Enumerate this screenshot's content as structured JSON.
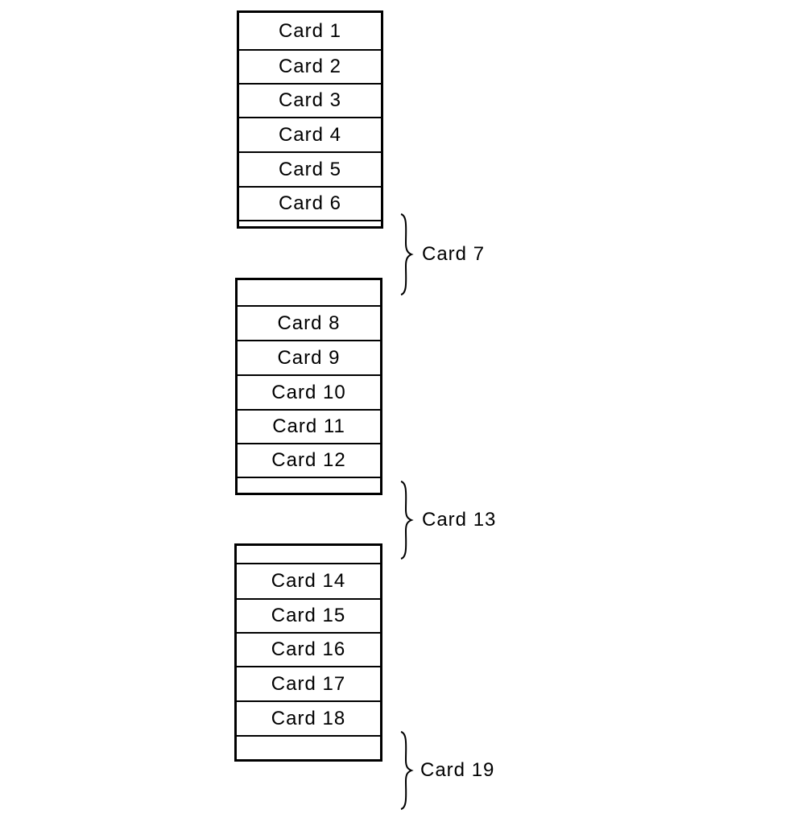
{
  "stack_a": {
    "cards": [
      "Card 1",
      "Card 2",
      "Card 3",
      "Card 4",
      "Card 5",
      "Card 6"
    ]
  },
  "brace_a": {
    "label": "Card 7"
  },
  "stack_b": {
    "cards": [
      "Card 8",
      "Card 9",
      "Card 10",
      "Card 11",
      "Card 12"
    ]
  },
  "brace_b": {
    "label": "Card 13"
  },
  "stack_c": {
    "cards": [
      "Card 14",
      "Card 15",
      "Card 16",
      "Card 17",
      "Card 18"
    ]
  },
  "brace_c": {
    "label": "Card 19"
  }
}
